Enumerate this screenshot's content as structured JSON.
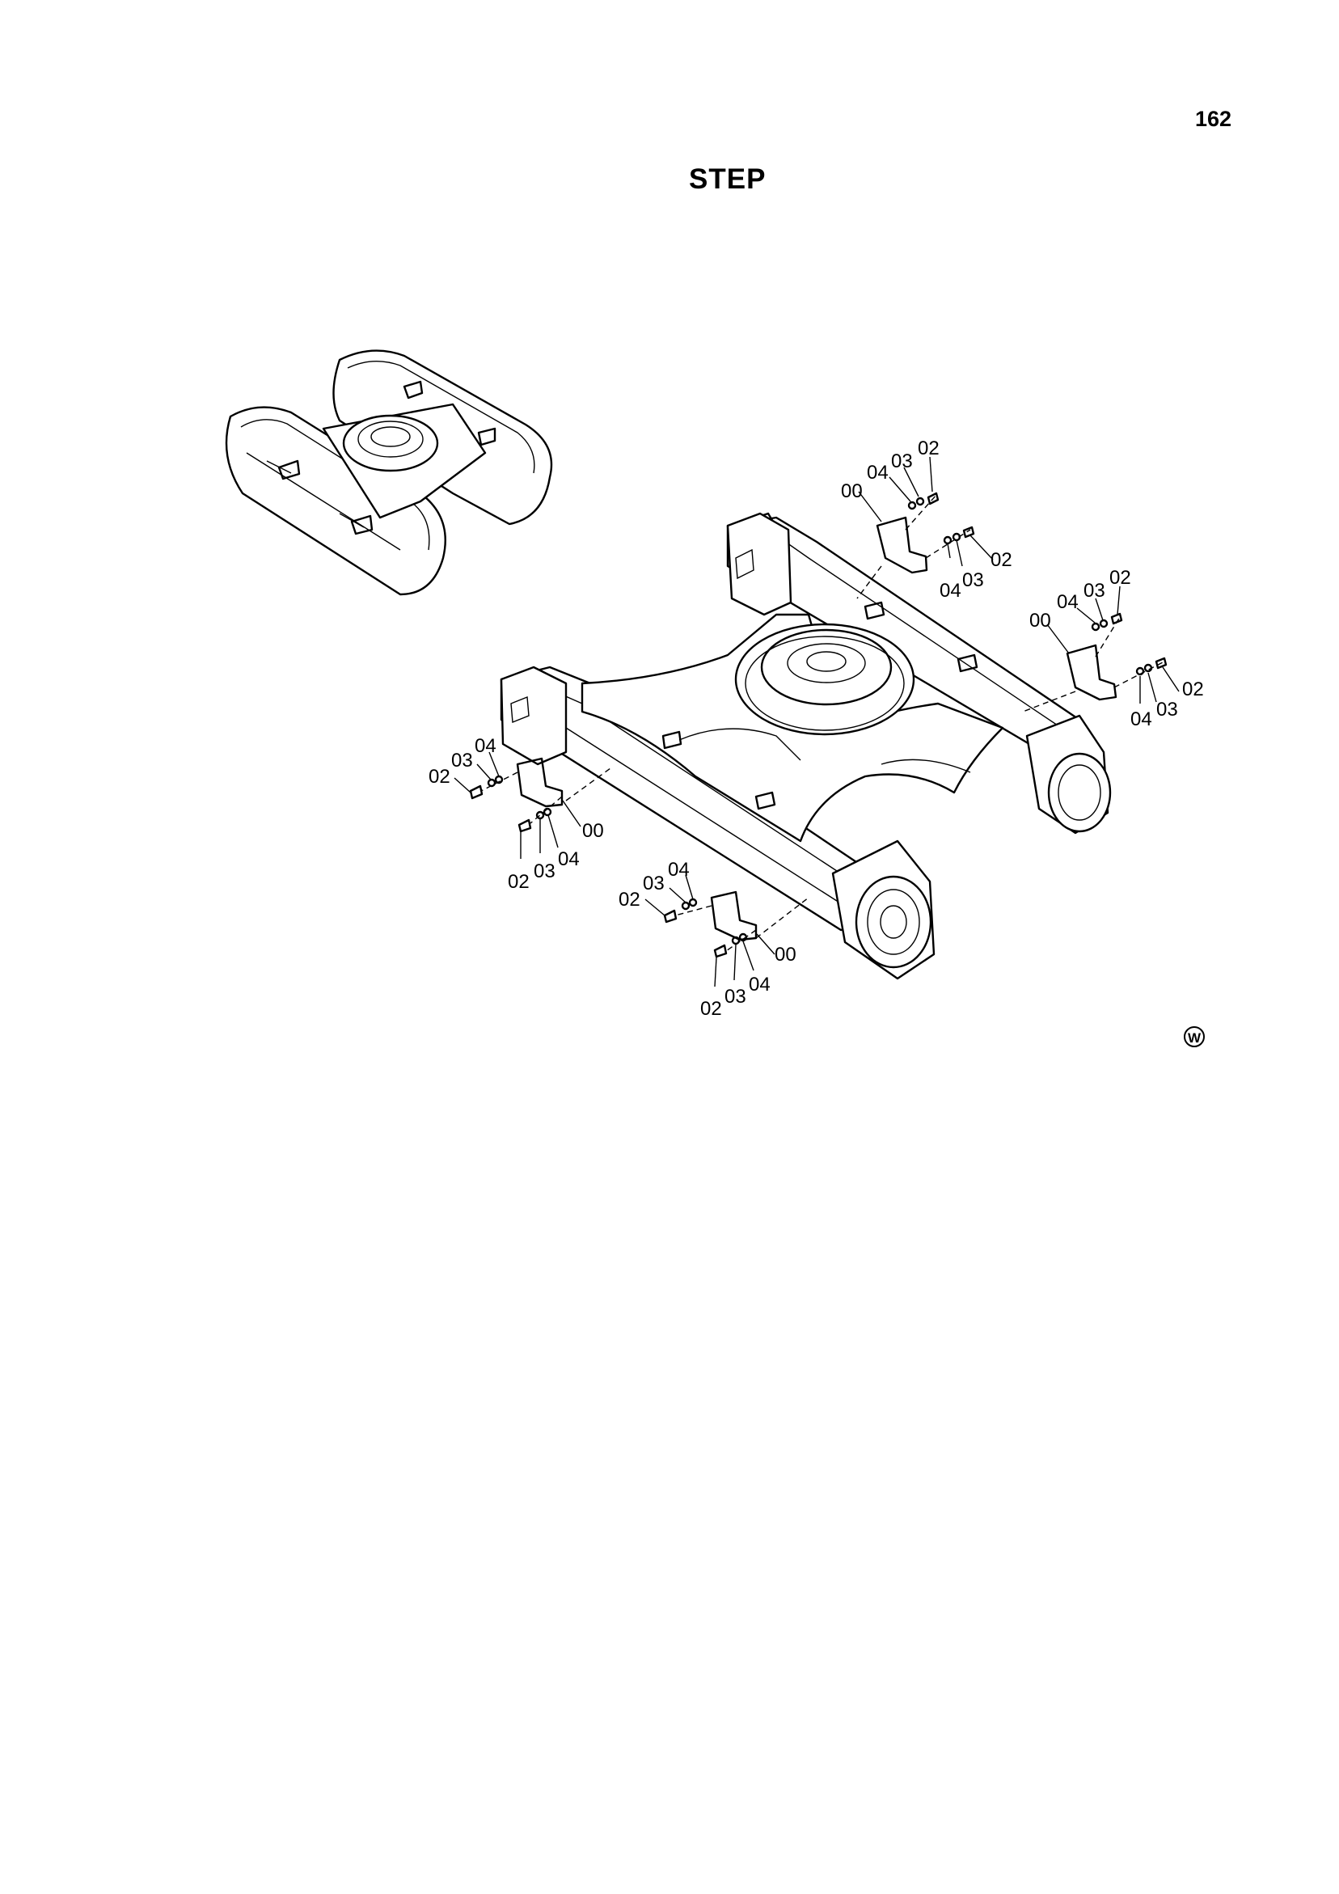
{
  "header": {
    "page_number": "162",
    "title": "STEP"
  },
  "mark": "W",
  "callouts": [
    {
      "id": "c1",
      "text": "00"
    },
    {
      "id": "c2",
      "text": "04"
    },
    {
      "id": "c3",
      "text": "03"
    },
    {
      "id": "c4",
      "text": "02"
    },
    {
      "id": "c5",
      "text": "04"
    },
    {
      "id": "c6",
      "text": "03"
    },
    {
      "id": "c7",
      "text": "02"
    },
    {
      "id": "c8",
      "text": "00"
    },
    {
      "id": "c9",
      "text": "04"
    },
    {
      "id": "c10",
      "text": "03"
    },
    {
      "id": "c11",
      "text": "02"
    },
    {
      "id": "c12",
      "text": "04"
    },
    {
      "id": "c13",
      "text": "03"
    },
    {
      "id": "c14",
      "text": "02"
    },
    {
      "id": "c15",
      "text": "02"
    },
    {
      "id": "c16",
      "text": "03"
    },
    {
      "id": "c17",
      "text": "04"
    },
    {
      "id": "c18",
      "text": "02"
    },
    {
      "id": "c19",
      "text": "03"
    },
    {
      "id": "c20",
      "text": "04"
    },
    {
      "id": "c21",
      "text": "00"
    },
    {
      "id": "c22",
      "text": "02"
    },
    {
      "id": "c23",
      "text": "03"
    },
    {
      "id": "c24",
      "text": "04"
    },
    {
      "id": "c25",
      "text": "02"
    },
    {
      "id": "c26",
      "text": "03"
    },
    {
      "id": "c27",
      "text": "04"
    },
    {
      "id": "c28",
      "text": "00"
    }
  ]
}
